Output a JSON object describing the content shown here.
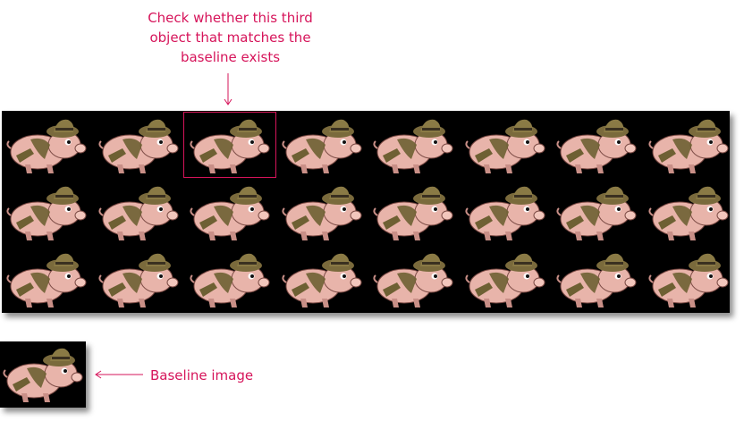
{
  "annotations": {
    "top_note": "Check whether this third object that matches the baseline exists",
    "baseline_label": "Baseline image"
  },
  "sprite_sheet": {
    "rows": 3,
    "columns": 8,
    "sprite": "pig-with-hat",
    "highlighted_row": 1,
    "highlighted_column": 3
  },
  "colors": {
    "annotation": "#d6145a",
    "background": "#000000",
    "pig_body": "#e8b4aa",
    "hat": "#7a6a3c"
  }
}
